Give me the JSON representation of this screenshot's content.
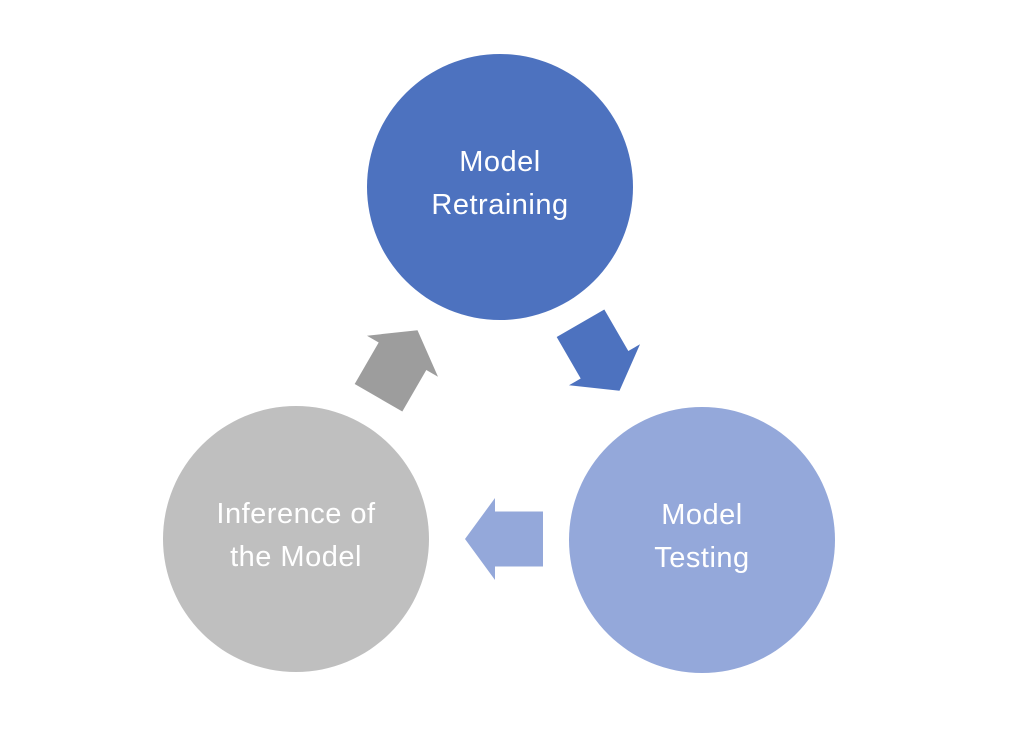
{
  "diagram": {
    "type": "cycle",
    "background": "#ffffff",
    "nodes": [
      {
        "id": "model-retraining",
        "label": "Model Retraining",
        "lines": [
          "Model",
          "Retraining"
        ],
        "color": "#4d72bf",
        "text_color": "#ffffff",
        "position": "top"
      },
      {
        "id": "model-testing",
        "label": "Model Testing",
        "lines": [
          "Model",
          "Testing"
        ],
        "color": "#94a8da",
        "text_color": "#ffffff",
        "position": "bottom-right"
      },
      {
        "id": "inference-of-the-model",
        "label": "Inference of the Model",
        "lines": [
          "Inference of",
          "the Model"
        ],
        "color": "#bfbfbf",
        "text_color": "#ffffff",
        "position": "bottom-left"
      }
    ],
    "arrows": [
      {
        "id": "arrow-retraining-to-testing",
        "from": "model-retraining",
        "to": "model-testing",
        "direction": "down-right",
        "color": "#4d72bf"
      },
      {
        "id": "arrow-testing-to-inference",
        "from": "model-testing",
        "to": "inference-of-the-model",
        "direction": "left",
        "color": "#94a8da"
      },
      {
        "id": "arrow-inference-to-retraining",
        "from": "inference-of-the-model",
        "to": "model-retraining",
        "direction": "up-right",
        "color": "#9d9d9d"
      }
    ]
  }
}
